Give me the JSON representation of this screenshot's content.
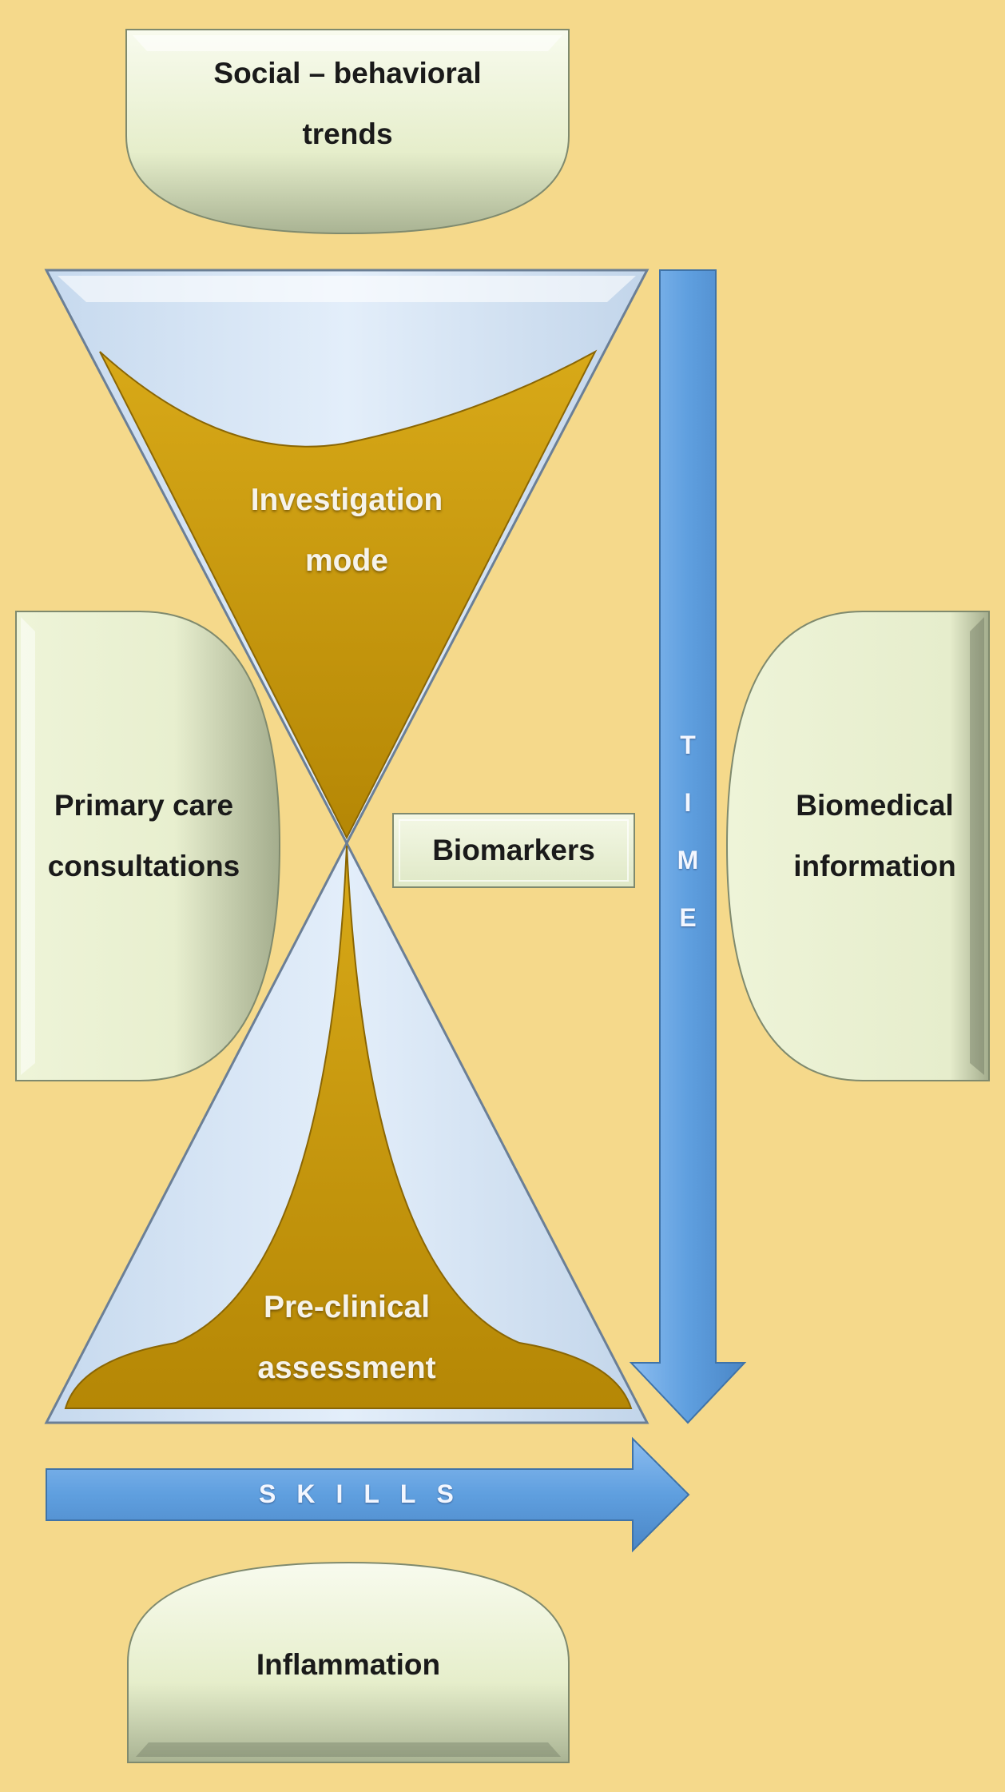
{
  "boxes": {
    "social": "Social – behavioral\ntrends",
    "primary_care": "Primary care\nconsultations",
    "biomedical": "Biomedical\ninformation",
    "biomarkers": "Biomarkers",
    "inflammation": "Inflammation"
  },
  "hourglass": {
    "top_label": "Investigation\nmode",
    "bottom_label": "Pre-clinical\nassessment"
  },
  "arrows": {
    "time_letters": [
      "T",
      "I",
      "M",
      "E"
    ],
    "skills": "SKILLS"
  },
  "colors": {
    "background": "#f5d98b",
    "box_fill": "#eef4d8",
    "sand": "#c99a0d",
    "glass": "#d3e4f7",
    "arrow": "#6aa8e4"
  }
}
